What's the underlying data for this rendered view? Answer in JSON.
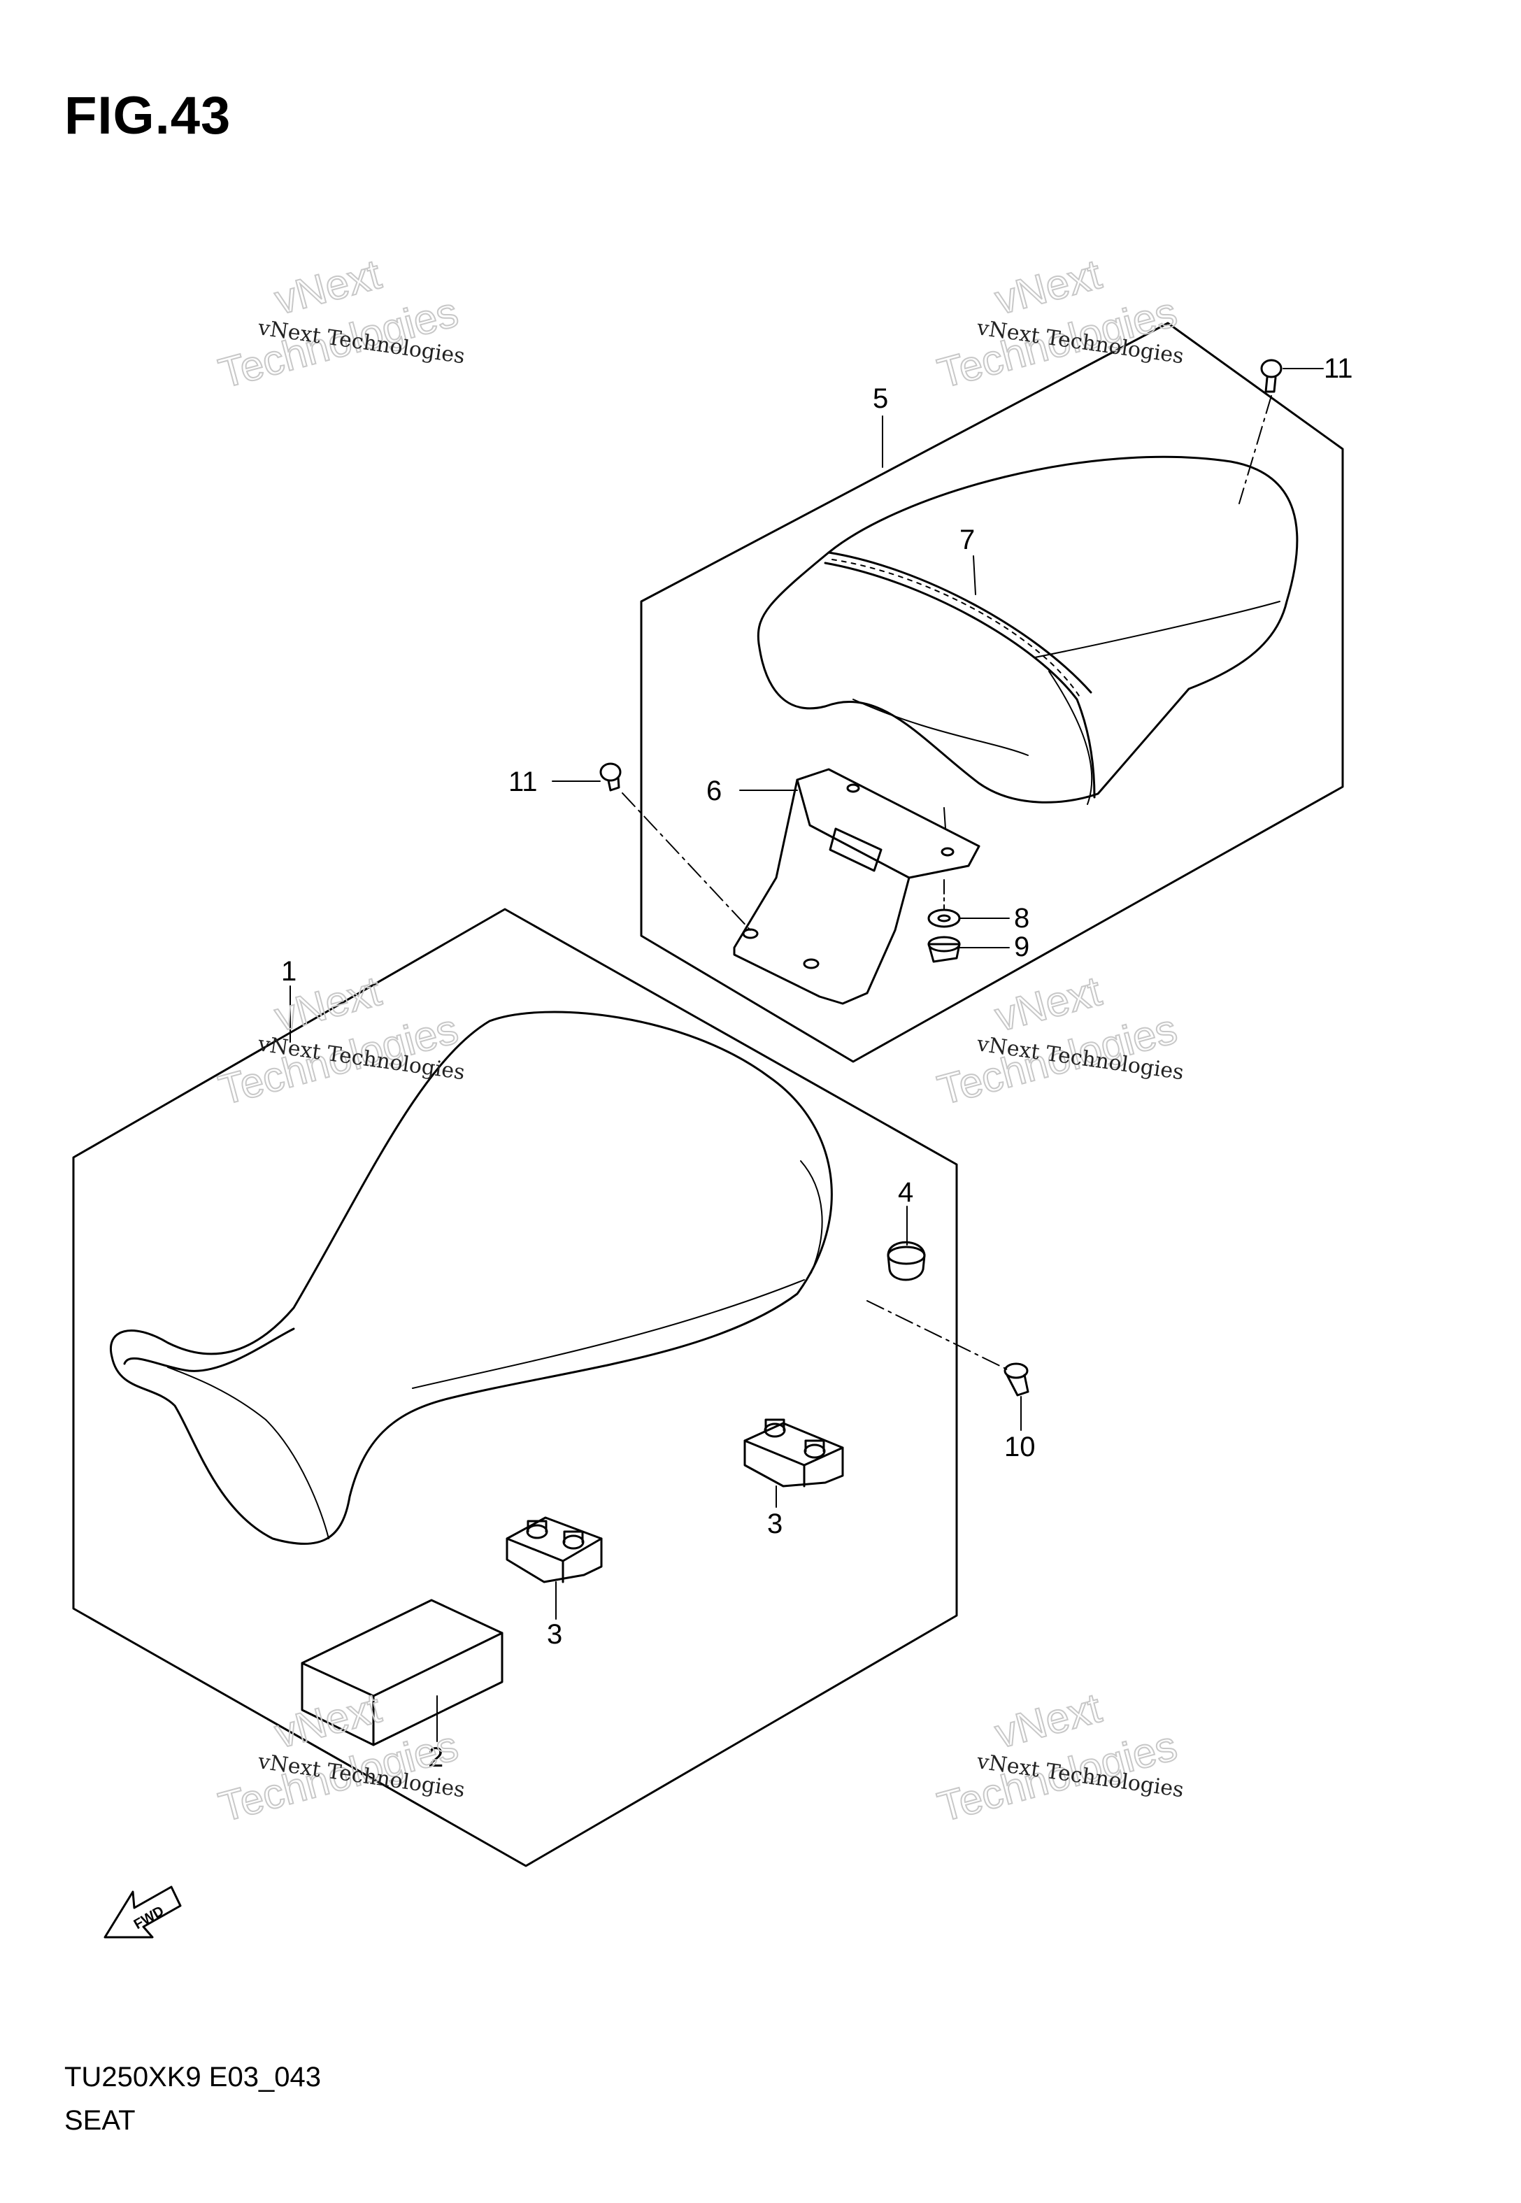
{
  "figure": {
    "title": "FIG.43",
    "code": "TU250XK9 E03_043",
    "name": "SEAT"
  },
  "watermark": {
    "small_text": "vNext Technologies",
    "line1": "vNext",
    "line2": "Technologies"
  },
  "callouts": {
    "c1": "1",
    "c2": "2",
    "c3a": "3",
    "c3b": "3",
    "c4": "4",
    "c5": "5",
    "c6": "6",
    "c7": "7",
    "c8": "8",
    "c9": "9",
    "c10": "10",
    "c11a": "11",
    "c11b": "11"
  },
  "fwd_label": "FWD",
  "colors": {
    "line": "#000000",
    "watermark": "#c8c8c8",
    "background": "#ffffff"
  }
}
